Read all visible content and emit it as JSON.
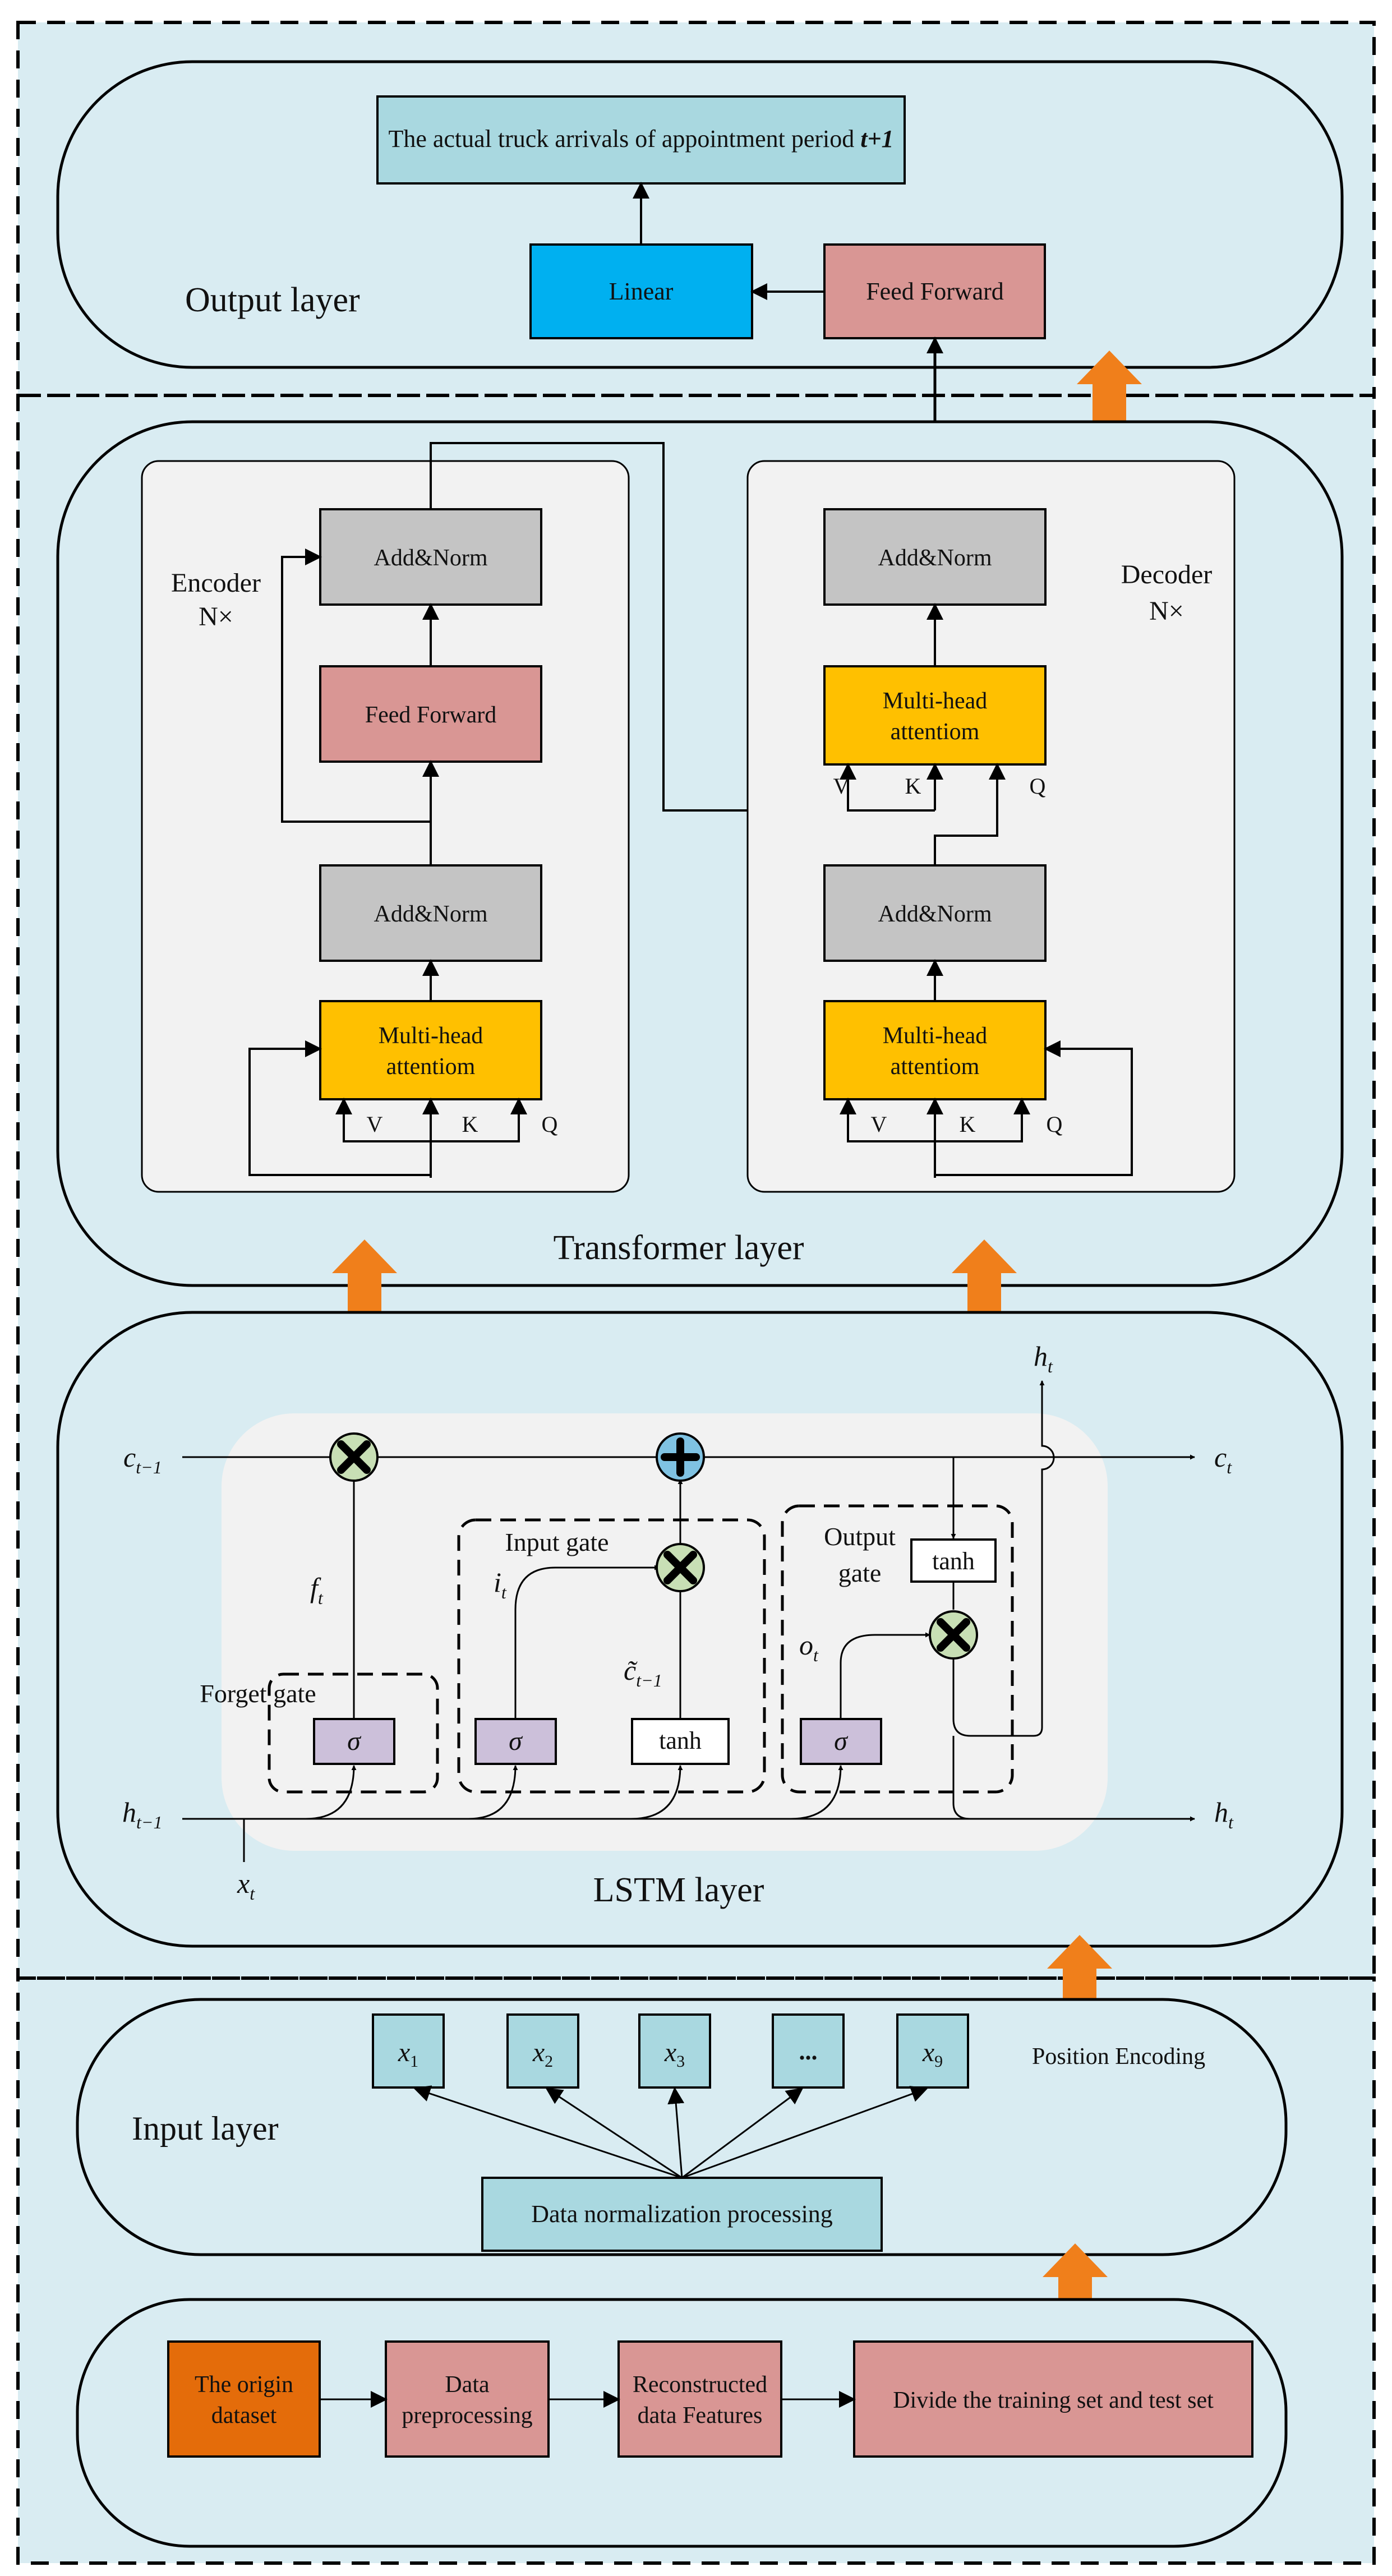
{
  "output_layer": {
    "title": "Output layer",
    "result_box": "The actual truck arrivals of appointment period ",
    "result_box_emph": "t+1",
    "linear": "Linear",
    "feed_forward": "Feed Forward"
  },
  "transformer_layer": {
    "title": "Transformer layer",
    "encoder": {
      "label": "Encoder",
      "repeat": "N×",
      "add_norm_top": "Add&Norm",
      "feed_forward": "Feed Forward",
      "add_norm_bottom": "Add&Norm",
      "mha_line1": "Multi-head",
      "mha_line2": "attentiom",
      "v": "V",
      "k": "K",
      "q": "Q"
    },
    "decoder": {
      "label": "Decoder",
      "repeat": "N×",
      "add_norm_top": "Add&Norm",
      "mha_top_line1": "Multi-head",
      "mha_top_line2": "attentiom",
      "add_norm_bottom": "Add&Norm",
      "mha_bottom_line1": "Multi-head",
      "mha_bottom_line2": "attentiom",
      "v": "V",
      "k": "K",
      "q": "Q"
    }
  },
  "lstm_layer": {
    "title": "LSTM layer",
    "forget_gate": "Forget gate",
    "input_gate": "Input gate",
    "output_gate_line1": "Output",
    "output_gate_line2": "gate",
    "sigma": "σ",
    "tanh": "tanh",
    "vars": {
      "c_prev": "c",
      "c_prev_sub": "t−1",
      "c_t": "c",
      "c_t_sub": "t",
      "h_prev": "h",
      "h_prev_sub": "t−1",
      "h_t": "h",
      "h_t_sub": "t",
      "x_t": "x",
      "x_t_sub": "t",
      "f_t": "f",
      "f_t_sub": "t",
      "i_t": "i",
      "i_t_sub": "t",
      "o_t": "o",
      "o_t_sub": "t",
      "c_tilde": "c̃",
      "c_tilde_sub": "t−1"
    }
  },
  "input_layer": {
    "title": "Input layer",
    "position_encoding": "Position Encoding",
    "tokens": [
      {
        "main": "x",
        "sub": "1"
      },
      {
        "main": "x",
        "sub": "2"
      },
      {
        "main": "x",
        "sub": "3"
      },
      {
        "main": "...",
        "sub": ""
      },
      {
        "main": "x",
        "sub": "9"
      }
    ],
    "normalization": "Data normalization processing"
  },
  "pipeline": {
    "origin_line1": "The origin",
    "origin_line2": "dataset",
    "preprocessing_line1": "Data",
    "preprocessing_line2": "preprocessing",
    "reconstructed_line1": "Reconstructed",
    "reconstructed_line2": "data Features",
    "divide": "Divide the training set and test set"
  },
  "colors": {
    "panel": "#d9ecf2",
    "teal": "#a9d8e0",
    "linear": "#00b0f0",
    "pink": "#d99694",
    "gray": "#c4c4c4",
    "gold": "#ffc000",
    "orange": "#f07f1b",
    "origin": "#e46c0a",
    "lavender": "#ccc0da",
    "multiply": "#c8dfb5",
    "plus": "#7fc2e2"
  }
}
